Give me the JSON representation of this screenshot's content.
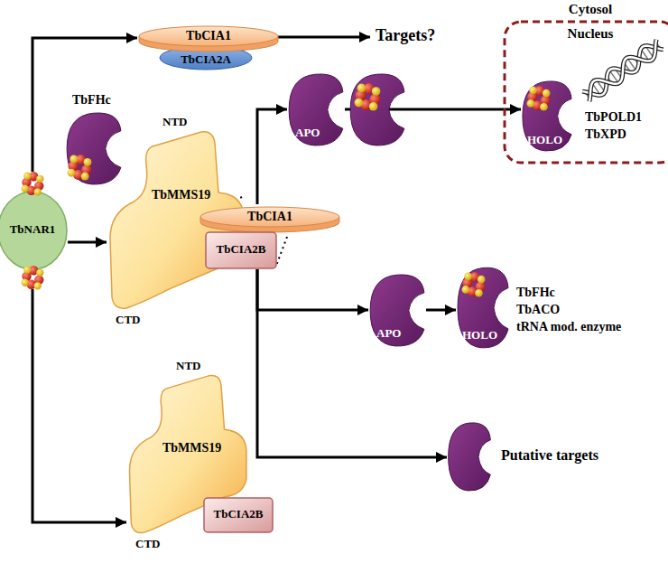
{
  "diagram": {
    "nodes": [
      {
        "text": [
          "TbCIA1"
        ]
      },
      {
        "text": [
          "TbCIA2A"
        ]
      },
      {
        "text": [
          "Cytosol",
          "Nucleus"
        ]
      },
      {
        "text": [
          "HOLO"
        ],
        "in": 2
      },
      {
        "text": [
          "TbFHc"
        ]
      },
      {
        "text": [
          "TbNAR1"
        ]
      },
      {
        "text": [
          "NTD",
          "TbMMS19",
          "CTD"
        ]
      },
      {
        "text": [
          "APO"
        ]
      },
      {
        "text": [
          "TbCIA1"
        ]
      },
      {
        "text": [
          "TbCIA2B"
        ]
      },
      {
        "text": [
          "APO"
        ]
      },
      {
        "text": [
          "HOLO"
        ]
      },
      {
        "text": [
          "NTD",
          "TbMMS19",
          "CTD"
        ]
      },
      {
        "text": [
          "TbCIA2B"
        ]
      },
      {
        "text": [
          "Putative targets"
        ]
      }
    ],
    "edges": [
      {
        "from": 5,
        "to": 0,
        "arrow": "to"
      },
      {
        "from": 5,
        "to": 6,
        "arrow": "to"
      },
      {
        "from": 5,
        "to": 12,
        "arrow": "to"
      },
      {
        "from": 8,
        "to": 7,
        "arrow": "to"
      },
      {
        "from": 7,
        "to": 3,
        "arrow": "to"
      },
      {
        "from": 9,
        "to": 10,
        "arrow": "to"
      },
      {
        "from": 10,
        "to": 11,
        "arrow": "to"
      },
      {
        "from": 9,
        "to": 14,
        "arrow": "to"
      }
    ],
    "labels": [
      "Targets?",
      "TbPOLD1",
      "TbXPD",
      "TbFHc",
      "TbACO",
      "tRNA mod. enzyme"
    ]
  }
}
